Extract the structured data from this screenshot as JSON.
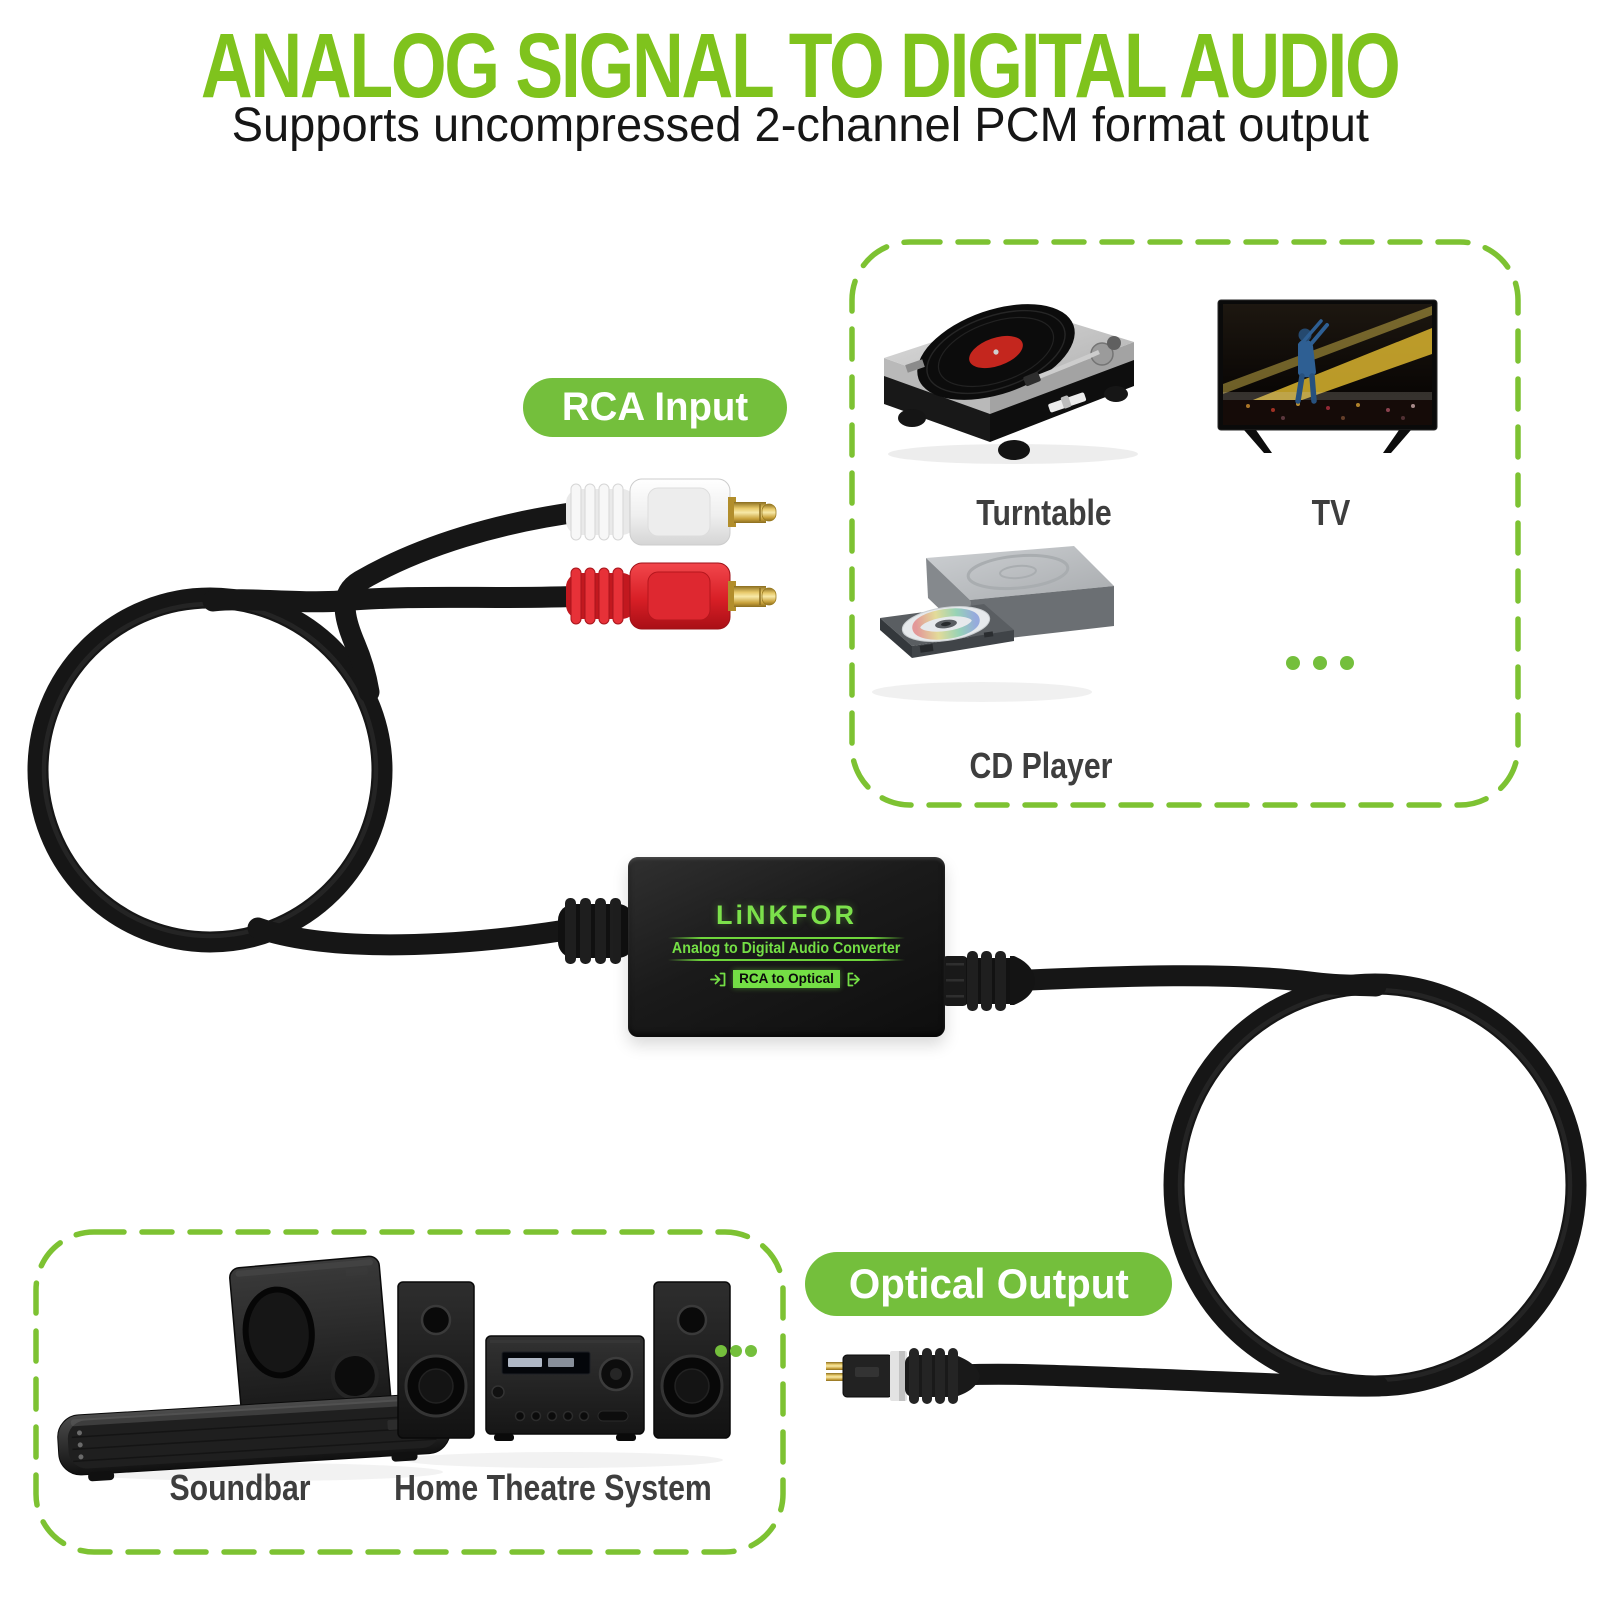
{
  "header": {
    "title": "ANALOG SIGNAL TO DIGITAL AUDIO",
    "subtitle": "Supports uncompressed 2-channel PCM format output"
  },
  "connection_labels": {
    "input": "RCA Input",
    "output": "Optical Output"
  },
  "converter": {
    "brand": "LiNKFOR",
    "product_name": "Analog to Digital Audio Converter",
    "badge": "RCA to Optical"
  },
  "source_devices": {
    "items": [
      {
        "label": "Turntable"
      },
      {
        "label": "TV"
      },
      {
        "label": "CD Player"
      }
    ],
    "more_indicator": "..."
  },
  "output_devices": {
    "items": [
      {
        "label": "Soundbar"
      },
      {
        "label": "Home Theatre System"
      }
    ],
    "more_indicator": "..."
  },
  "colors": {
    "title_green": "#7fc31d",
    "accent_green": "#74bf3c",
    "dash_green": "#7dc232",
    "converter_text_green": "#74df45",
    "label_gray": "#3e3e3e",
    "rca_white_plug": "#f2f2f2",
    "rca_red_plug": "#d6242b",
    "cable_black": "#161616"
  }
}
